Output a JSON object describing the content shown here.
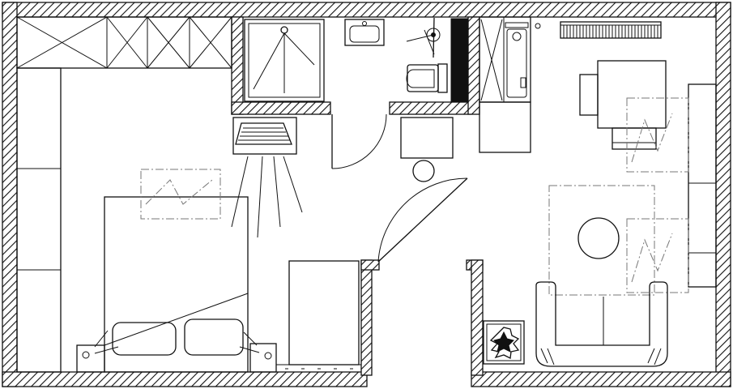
{
  "drawing": {
    "type": "floor plan",
    "text": ""
  },
  "rooms": [
    "bedroom",
    "shower-room",
    "kitchenette",
    "living-area",
    "entrance-corridor"
  ],
  "fixtures": [
    "wardrobe",
    "double-bed",
    "nightstand",
    "table-lamp",
    "wall-tv",
    "shower",
    "washbasin",
    "toilet",
    "radiator",
    "wall-cabinet",
    "kitchen-sink",
    "worktop",
    "fridge",
    "desk",
    "chair",
    "round-table",
    "armchair",
    "sofa",
    "potted-plant",
    "swing-door",
    "window"
  ],
  "colors": {
    "line": "#111111",
    "hatch": "#111111",
    "dashed": "#777777",
    "background": "#ffffff"
  }
}
